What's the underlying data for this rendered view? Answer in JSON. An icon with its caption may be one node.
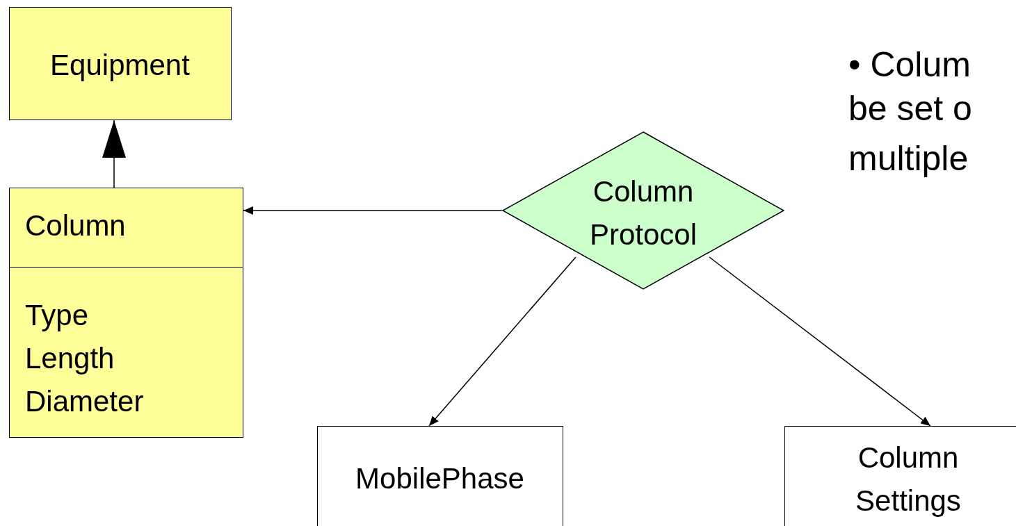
{
  "diagram": {
    "nodes": [
      {
        "text": [
          "Equipment"
        ]
      },
      {
        "text": [
          "Column",
          "Type Length Diameter"
        ]
      },
      {
        "text": [
          "Column Protocol"
        ]
      },
      {
        "text": [
          "MobilePhase"
        ]
      },
      {
        "text": [
          "Column Settings"
        ]
      }
    ],
    "edges": [
      {
        "from": 1,
        "to": 0,
        "arrow": "to"
      },
      {
        "from": 2,
        "to": 1,
        "arrow": "to"
      },
      {
        "from": 2,
        "to": 3,
        "arrow": "to"
      },
      {
        "from": 2,
        "to": 4,
        "arrow": "to"
      }
    ],
    "labels": [
      "• Colum",
      "be set o",
      "multiple"
    ]
  }
}
